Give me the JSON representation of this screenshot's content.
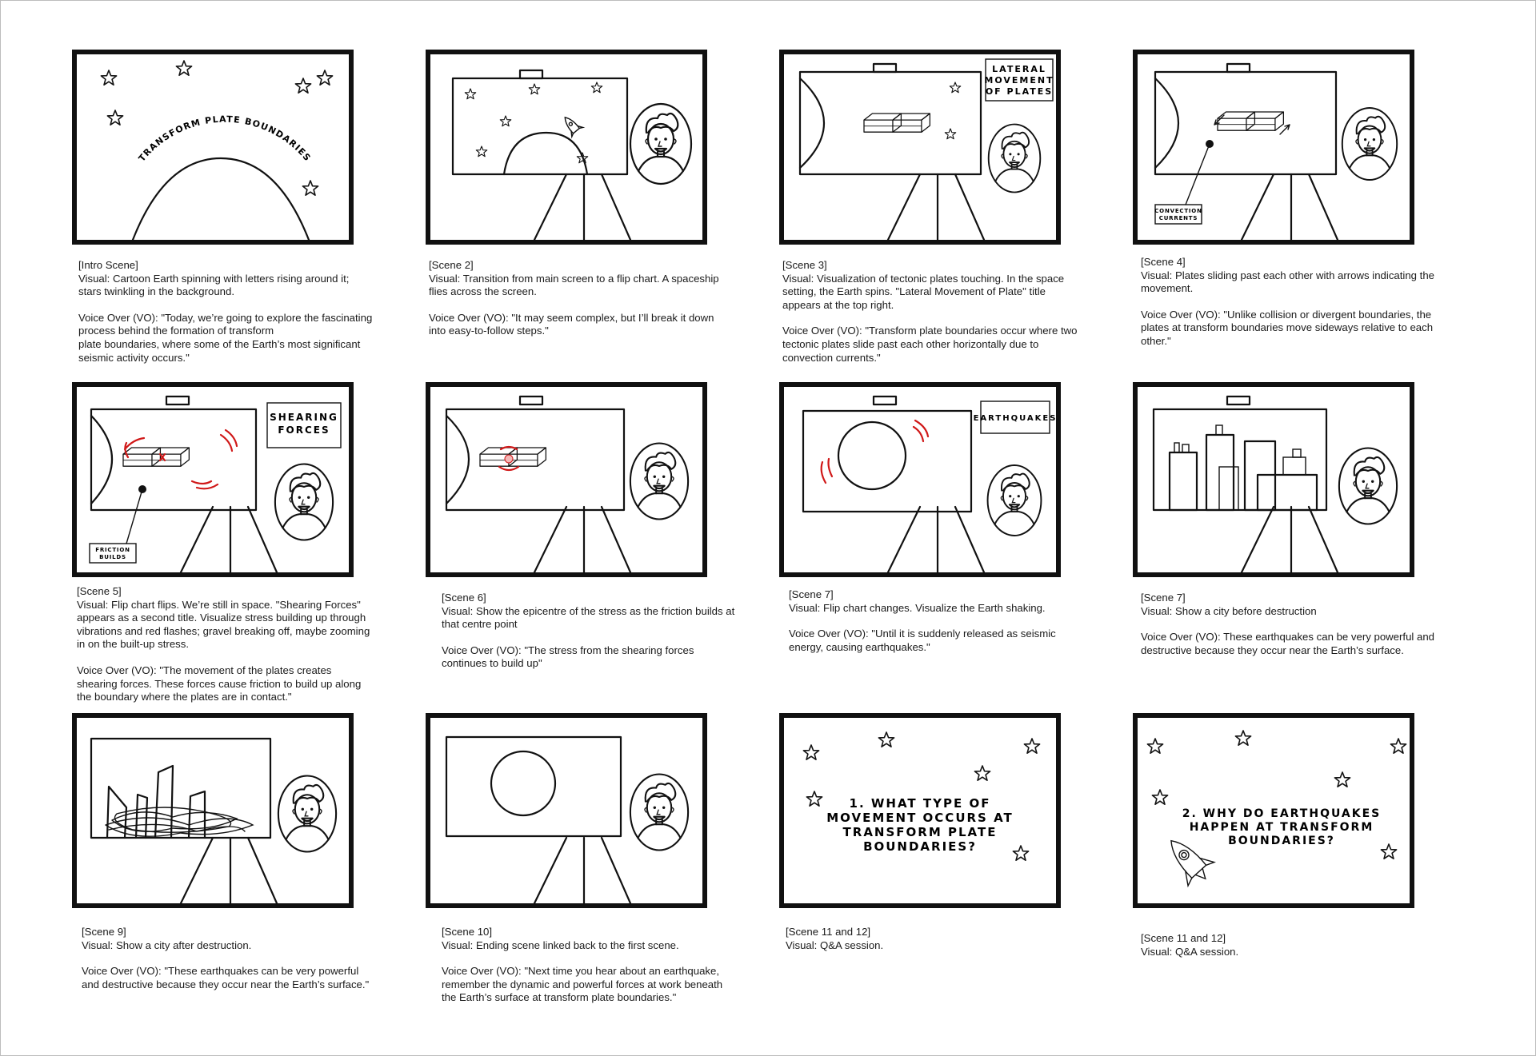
{
  "scenes": [
    {
      "tag": "[Intro Scene]",
      "visual": "Visual: Cartoon Earth spinning with letters rising around it; stars twinkling in the background.",
      "vo": [
        "Voice Over (VO): \"Today, we’re going to explore the fascinating",
        "process behind the formation of transform",
        "plate boundaries, where some of the Earth’s most significant",
        "seismic activity occurs.\""
      ],
      "title": "TRANSFORM PLATE BOUNDARIES"
    },
    {
      "tag": "[Scene 2]",
      "visual": "Visual: Transition from main screen to a flip chart. A spaceship flies across the screen.",
      "vo": [
        "Voice Over (VO): \"It may seem complex, but I’ll break it down into easy-to-follow steps.\""
      ]
    },
    {
      "tag": "[Scene 3]",
      "visual": "Visual: Visualization of tectonic plates touching. In the space setting, the Earth spins. \"Lateral Movement of Plate\" title appears at the top right.",
      "vo": [
        "Voice Over (VO): \"Transform plate boundaries occur where two tectonic plates slide past each other horizontally due to convection currents.\""
      ],
      "title_lines": [
        "LATERAL",
        "MOVEMENT",
        "OF PLATES"
      ]
    },
    {
      "tag": "[Scene 4]",
      "visual": "Visual: Plates sliding past each other with arrows indicating the movement.",
      "vo": [
        "Voice Over (VO): \"Unlike collision or divergent boundaries, the plates at transform boundaries move sideways relative to each other.\""
      ],
      "label_lines": [
        "CONVECTION",
        "CURRENTS"
      ]
    },
    {
      "tag": "[Scene 5]",
      "visual": "Visual: Flip chart flips. We’re still in space. \"Shearing Forces\" appears as a second title. Visualize stress building up through vibrations and red flashes; gravel breaking off, maybe zooming in on the built-up stress.",
      "vo": [
        "Voice Over (VO): \"The movement of the plates creates shearing forces. These forces cause friction to build up along the boundary where the plates are in contact.\""
      ],
      "title_lines": [
        "SHEARING",
        "FORCES"
      ],
      "label_lines": [
        "FRICTION",
        "BUILDS"
      ]
    },
    {
      "tag": "[Scene 6]",
      "visual": "Visual: Show the epicentre of the stress as the friction builds at that centre point",
      "vo": [
        "Voice Over (VO): \"The stress from the shearing forces continues to build up\""
      ]
    },
    {
      "tag": "[Scene 7]",
      "visual": "Visual: Flip chart changes. Visualize the Earth shaking.",
      "vo": [
        "Voice Over (VO): \"Until it is suddenly released as seismic energy, causing earthquakes.\""
      ],
      "title": "EARTHQUAKES"
    },
    {
      "tag": "[Scene 7]",
      "visual": "Visual: Show a city before destruction",
      "vo": [
        "Voice Over (VO): These earthquakes can be very powerful and destructive because they occur near the Earth’s surface."
      ]
    },
    {
      "tag": "[Scene 9]",
      "visual": "Visual: Show a city after destruction.",
      "vo": [
        "Voice Over (VO): \"These earthquakes can be very powerful and destructive because they occur near the Earth’s surface.\""
      ]
    },
    {
      "tag": "[Scene 10]",
      "visual": "Visual: Ending scene linked back to the first scene.",
      "vo": [
        "Voice Over (VO): \"Next time you hear about an earthquake, remember the dynamic and powerful forces at work beneath the Earth’s surface at transform plate boundaries.\""
      ]
    },
    {
      "tag": "[Scene 11 and 12]",
      "visual": "Visual: Q&A session.",
      "title_lines": [
        "1. WHAT TYPE OF",
        "MOVEMENT OCCURS AT",
        "TRANSFORM PLATE",
        "BOUNDARIES?"
      ]
    },
    {
      "tag": "[Scene 11 and 12]",
      "visual": "Visual: Q&A session.",
      "title_lines": [
        "2. WHY DO EARTHQUAKES",
        "HAPPEN AT TRANSFORM",
        "BOUNDARIES?"
      ]
    }
  ]
}
